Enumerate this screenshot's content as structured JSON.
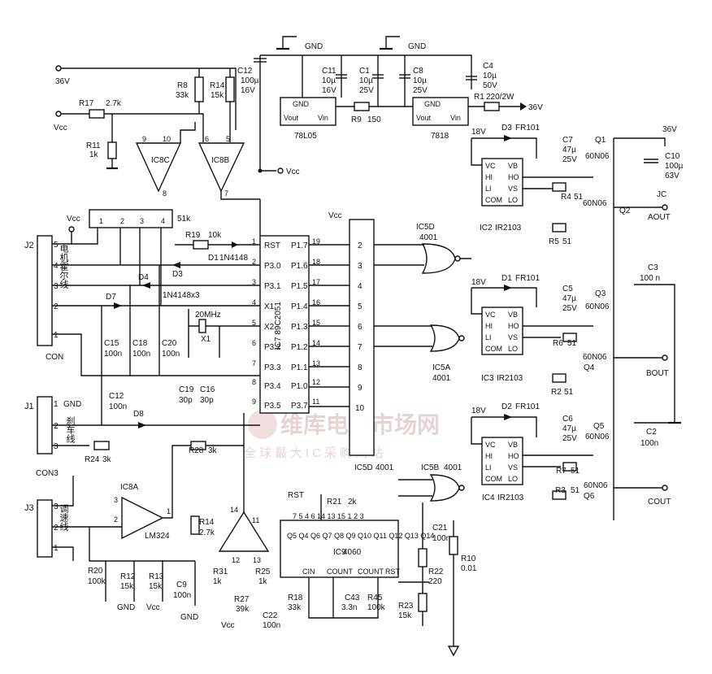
{
  "supply": {
    "v36_top": "36V",
    "vcc": "Vcc",
    "gnd": "GND",
    "v36_right": "36V",
    "arrow36": "36V"
  },
  "regulators": {
    "u78l05": "78L05",
    "u7818": "7818",
    "gnd_lbl": "GND",
    "vout": "Vout",
    "vin": "Vin"
  },
  "caps": {
    "c12t": "C12",
    "c12t_v": "100µ",
    "c12t_r": "16V",
    "c11": "C11",
    "c11_v": "10µ",
    "c11_r": "16V",
    "c1": "C1",
    "c1_v": "10µ",
    "c1_r": "25V",
    "c8": "C8",
    "c8_v": "10µ",
    "c8_r": "25V",
    "c4": "C4",
    "c4_v": "10µ",
    "c4_r": "50V",
    "c10": "C10",
    "c10_v": "100µ",
    "c10_r": "63V",
    "c7": "C7",
    "c7_v": "47µ",
    "c7_r": "25V",
    "c5": "C5",
    "c5_v": "47µ",
    "c5_r": "25V",
    "c6": "C6",
    "c6_v": "47µ",
    "c6_r": "25V",
    "c3": "C3",
    "c3_v": "100 n",
    "c2": "C2",
    "c2_v": "100n",
    "c15": "C15",
    "c15_v": "100n",
    "c18": "C18",
    "c18_v": "100n",
    "c20": "C20",
    "c20_v": "100n",
    "c19": "C19",
    "c19_v": "30p",
    "c16": "C16",
    "c16_v": "30p",
    "c12b": "C12",
    "c12b_v": "100n",
    "c9": "C9",
    "c9_v": "100n",
    "c22": "C22",
    "c22_v": "100n",
    "c43": "C43",
    "c43_v": "3.3n",
    "c21": "C21",
    "c21_v": "100n"
  },
  "resistors": {
    "r8": "R8",
    "r8_v": "33k",
    "r14t": "R14",
    "r14t_v": "15k",
    "r17": "R17",
    "r17_v": "2.7k",
    "r11": "R11",
    "r11_v": "1k",
    "r9": "R9",
    "r9_v": "150",
    "r1": "R1",
    "r1_v": "220/2W",
    "r4": "R4",
    "r4_v": "51",
    "r5": "R5",
    "r5_v": "51",
    "r6": "R6",
    "r6_v": "51",
    "r2": "R2",
    "r2_v": "51",
    "r7": "R7",
    "r7_v": "51",
    "r3": "R3",
    "r3_v": "51",
    "r19": "R19",
    "r19_v": "10k",
    "r51k": "51k",
    "r24": "R24",
    "r24_v": "3k",
    "r28": "R28",
    "r28_v": "3k",
    "r14b": "R14",
    "r14b_v": "2.7k",
    "r20": "R20",
    "r20_v": "100k",
    "r12": "R12",
    "r12_v": "15k",
    "r13": "R13",
    "r13_v": "15k",
    "r31": "R31",
    "r31_v": "1k",
    "r25": "R25",
    "r25_v": "1k",
    "r27": "R27",
    "r27_v": "39k",
    "r21": "R21",
    "r21_v": "2k",
    "r18": "R18",
    "r18_v": "33k",
    "r45": "R45",
    "r45_v": "100k",
    "r22": "R22",
    "r22_v": "220",
    "r23": "R23",
    "r23_v": "15k",
    "r10": "R10",
    "r10_v": "0.01"
  },
  "diodes": {
    "d3t": "D3",
    "d3t_v": "FR101",
    "d1t": "D1",
    "d1t_v": "FR101",
    "d2t": "D2",
    "d2t_v": "FR101",
    "d1": "D1",
    "d1_v": "1N4148",
    "d3": "D3",
    "d4": "D4",
    "d4_v": "1N4148x3",
    "d7": "D7",
    "d8": "D8"
  },
  "drivers": {
    "ic2": "IC2",
    "ic3": "IC3",
    "ic4": "IC4",
    "part": "IR2103",
    "vc": "VC",
    "hi": "HI",
    "li": "LI",
    "com": "COM",
    "vb": "VB",
    "ho": "HO",
    "vs": "VS",
    "lo": "LO",
    "v18": "18V"
  },
  "mosfets": {
    "q1": "Q1",
    "q2": "Q2",
    "q3": "Q3",
    "q4": "Q4",
    "q5": "Q5",
    "q6": "Q6",
    "part": "60N06"
  },
  "outputs": {
    "jc": "JC",
    "aout": "AOUT",
    "bout": "BOUT",
    "cout": "COUT"
  },
  "mcu": {
    "ic7": "IC7 89C2051",
    "rst": "RST",
    "p30": "P3.0",
    "p31": "P3.1",
    "x1": "X1",
    "x2": "X2",
    "p32": "P3.2",
    "p33": "P3.3",
    "p34": "P3.4",
    "p35": "P3.5",
    "p17": "P1.7",
    "p16": "P1.6",
    "p15": "P1.5",
    "p14": "P1.4",
    "p13": "P1.3",
    "p12": "P1.2",
    "p11": "P1.1",
    "p10": "P1.0",
    "p37": "P3.7",
    "xtal": "20MHz",
    "xtal_ref": "X1"
  },
  "logic": {
    "ic5d_top": "IC5D",
    "ic5d_top_v": "4001",
    "ic5a": "IC5A",
    "ic5a_v": "4001",
    "ic5b": "IC5B",
    "ic5b_v": "4001",
    "ic5d_bot": "IC5D",
    "ic5d_bot_v": "4001"
  },
  "opamps": {
    "ic8c": "IC8C",
    "ic8b": "IC8B",
    "ic8a": "IC8A",
    "lm": "LM324"
  },
  "counter": {
    "ic9": "IC9",
    "ic9_v": "4060",
    "rst": "RST",
    "cin": "CIN",
    "count": "COUNT",
    "counti": "COUNT",
    "rst_pin": "RST",
    "pins_top": "7 5 4 6 14 13 15 1 2 3",
    "q_labels": "Q5 Q4 Q6 Q7 Q8 Q9 Q10 Q11 Q12 Q13 Q14"
  },
  "connectors": {
    "j2": "J2",
    "j2_name": "电机霍尔线",
    "j2_ref": "CON",
    "j1": "J1",
    "j1_name": "刹车线",
    "j1_ref": "CON3",
    "j1_gnd": "GND",
    "j3": "J3",
    "j3_name": "调速线"
  },
  "bottom": {
    "gnd1": "GND",
    "vcc1": "Vcc",
    "gnd2": "GND",
    "vcc2": "Vcc"
  },
  "watermark": {
    "big": "维库电子市场网",
    "small": "全球最大IC采购网站"
  }
}
